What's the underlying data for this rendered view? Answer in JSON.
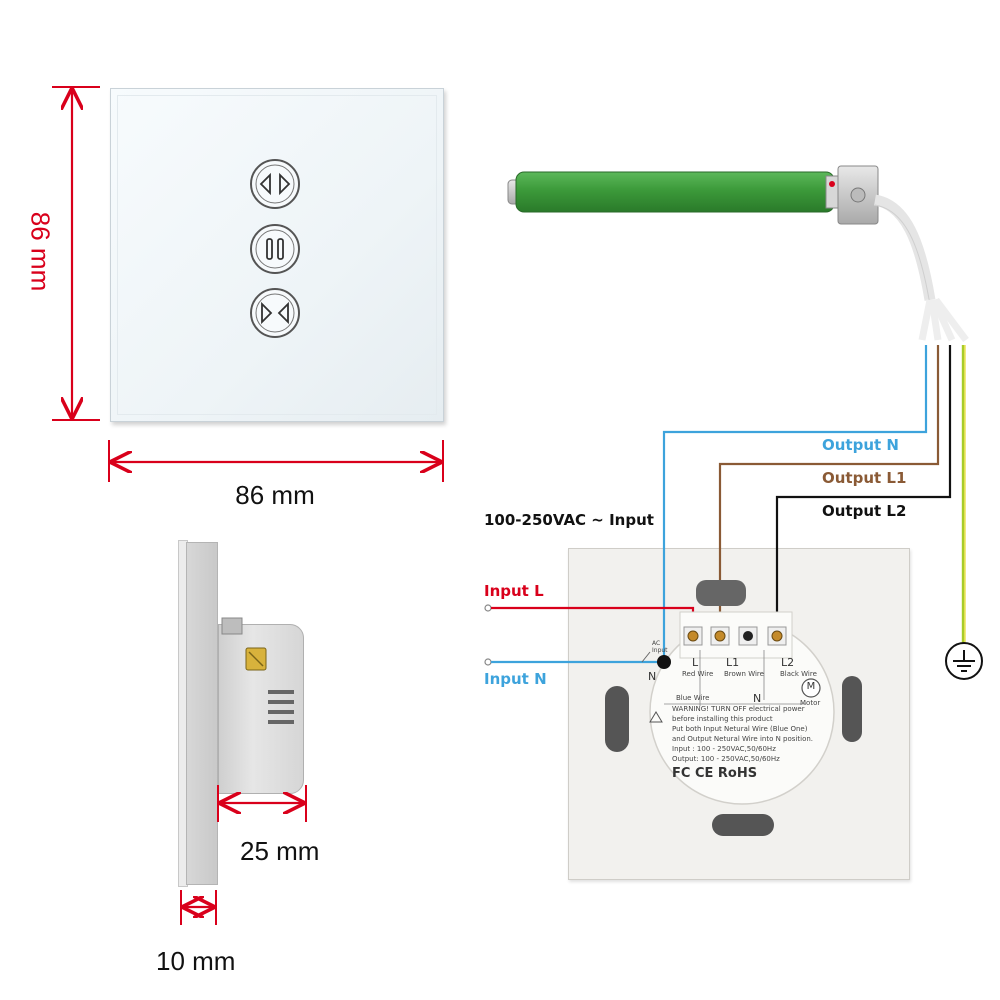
{
  "dimensions": {
    "height": "86 mm",
    "width": "86 mm",
    "depth_body": "25 mm",
    "depth_plate": "10 mm"
  },
  "wiring": {
    "supply": "100-250VAC ~ Input",
    "input_l": "Input L",
    "input_n": "Input N",
    "output_n": "Output N",
    "output_l1": "Output L1",
    "output_l2": "Output L2"
  },
  "back_label": {
    "ac_input": "AC Input",
    "n_left": "N",
    "terminal_l": "L",
    "terminal_l1": "L1",
    "terminal_l2": "L2",
    "red_wire": "Red Wire",
    "brown_wire": "Brown Wire",
    "black_wire": "Black Wire",
    "blue_wire": "Blue Wire",
    "n_center": "N",
    "motor_symbol": "M",
    "motor": "Motor",
    "warning_1": "WARNING! TURN OFF electrical power",
    "warning_2": "before installing this product",
    "instr_1": "Put both Input Netural Wire (Blue One)",
    "instr_2": "and Output Netural Wire into N position.",
    "input_rating": "Input : 100 - 250VAC,50/60Hz",
    "output_rating": "Output: 100 - 250VAC,50/60Hz",
    "cert": "FC CE RoHS"
  },
  "colors": {
    "dimension": "#d9001b",
    "wire_blue": "#3da3dc",
    "wire_brown": "#8a5a35",
    "wire_black": "#111111",
    "wire_red": "#d9001b",
    "wire_green_yellow": "#a8cc2a",
    "motor_tube": "#3c9a3a"
  },
  "icons": [
    "curtain-open-icon",
    "pause-icon",
    "curtain-close-icon",
    "ground-icon"
  ]
}
